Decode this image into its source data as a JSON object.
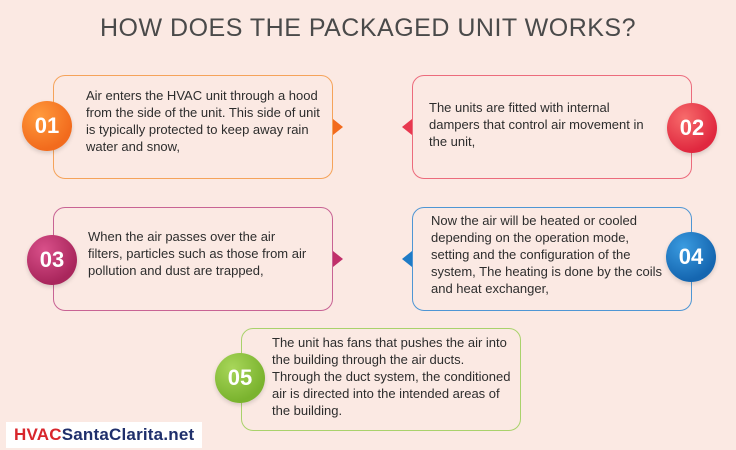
{
  "title": "HOW DOES THE PACKAGED UNIT WORKS?",
  "steps": [
    {
      "number": "01",
      "color": "#f26b1d",
      "text": "Air enters the HVAC unit through a hood from the side of the unit. This side of unit is typically protected to keep away rain water and snow,"
    },
    {
      "number": "02",
      "color": "#e8384f",
      "text": "The units are fitted with internal dampers that control air movement in the unit,"
    },
    {
      "number": "03",
      "color": "#c0306a",
      "text": "When the air passes over the air filters, particles such as those from air pollution and dust are trapped,"
    },
    {
      "number": "04",
      "color": "#1e7bc6",
      "text": "Now the air will be heated or cooled depending on the operation mode, setting and the configuration of the system, The heating is done by the coils and heat exchanger,"
    },
    {
      "number": "05",
      "color": "#8dc63f",
      "text": "The unit has fans that pushes the air into the building through the air ducts. Through the duct system, the conditioned air is directed into the intended areas of the building."
    }
  ],
  "brand": {
    "part1": "HVAC",
    "part2": "SantaClarita.net"
  }
}
